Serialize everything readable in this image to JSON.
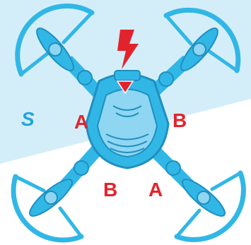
{
  "colors": {
    "drone_blue": "#31b7e6",
    "drone_blue_dark": "#1e8fc0",
    "drone_blue_light": "#8fd6f2",
    "background_band": "#d4eef9",
    "label_red": "#e3232b",
    "logo_blue": "#1fa6dd"
  },
  "icons": {
    "front_indicator": "lightning-bolt-icon",
    "front_marker": "triangle-down-icon",
    "brand_logo": "s-logo-icon"
  },
  "motor_labels": {
    "front_left": "A",
    "front_right": "B",
    "rear_left": "B",
    "rear_right": "A"
  },
  "logo_text": "S"
}
